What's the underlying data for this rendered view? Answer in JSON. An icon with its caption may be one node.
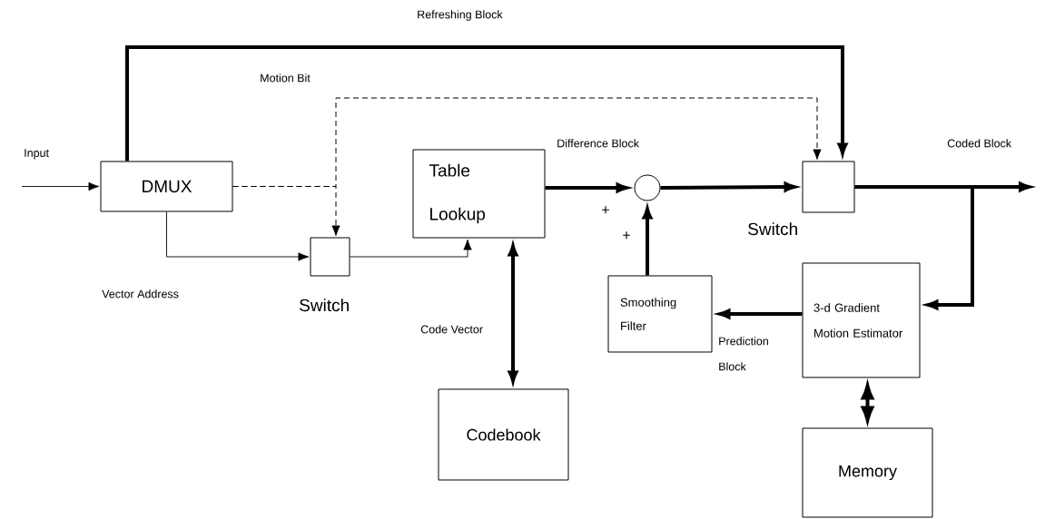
{
  "diagram": {
    "nodes": [
      {
        "text": [
          "DMUX"
        ]
      },
      {
        "text": [],
        "shape": "box",
        "beside": [
          "Switch"
        ]
      },
      {
        "text": [
          "Table Lookup"
        ]
      },
      {
        "text": [],
        "shape": "circle"
      },
      {
        "text": [],
        "shape": "box",
        "beside": [
          "Switch"
        ]
      },
      {
        "text": [
          "Smoothing Filter"
        ]
      },
      {
        "text": [
          "3-d Gradient Motion Estimator"
        ]
      },
      {
        "text": [
          "Codebook"
        ]
      },
      {
        "text": [
          "Memory"
        ]
      }
    ],
    "edges": [
      {
        "from": null,
        "to": 0,
        "arrow": "to",
        "label": "Input"
      },
      {
        "from": 0,
        "to": 4,
        "arrow": "to",
        "label": "Refreshing Block"
      },
      {
        "from": 0,
        "to": 1,
        "arrow": "to",
        "style": "dashed"
      },
      {
        "from": 0,
        "to": 4,
        "arrow": "to",
        "style": "dashed",
        "label": "Motion Bit"
      },
      {
        "from": 0,
        "to": 1,
        "arrow": "to",
        "label": "Vector Address"
      },
      {
        "from": 1,
        "to": 2,
        "arrow": "to"
      },
      {
        "from": 2,
        "to": 3,
        "arrow": "to",
        "label": "Difference Block"
      },
      {
        "from": 3,
        "to": 4,
        "arrow": "to"
      },
      {
        "from": 4,
        "to": null,
        "arrow": "to",
        "label": "Coded Block"
      },
      {
        "from": 4,
        "to": 6,
        "arrow": "to"
      },
      {
        "from": 5,
        "to": 3,
        "arrow": "to"
      },
      {
        "from": 6,
        "to": 5,
        "arrow": "to",
        "label": "Prediction Block"
      },
      {
        "from": 2,
        "to": 7,
        "arrow": "both",
        "label": "Code Vector"
      },
      {
        "from": 6,
        "to": 8,
        "arrow": "both"
      }
    ],
    "labels": [
      "+",
      "+"
    ]
  }
}
